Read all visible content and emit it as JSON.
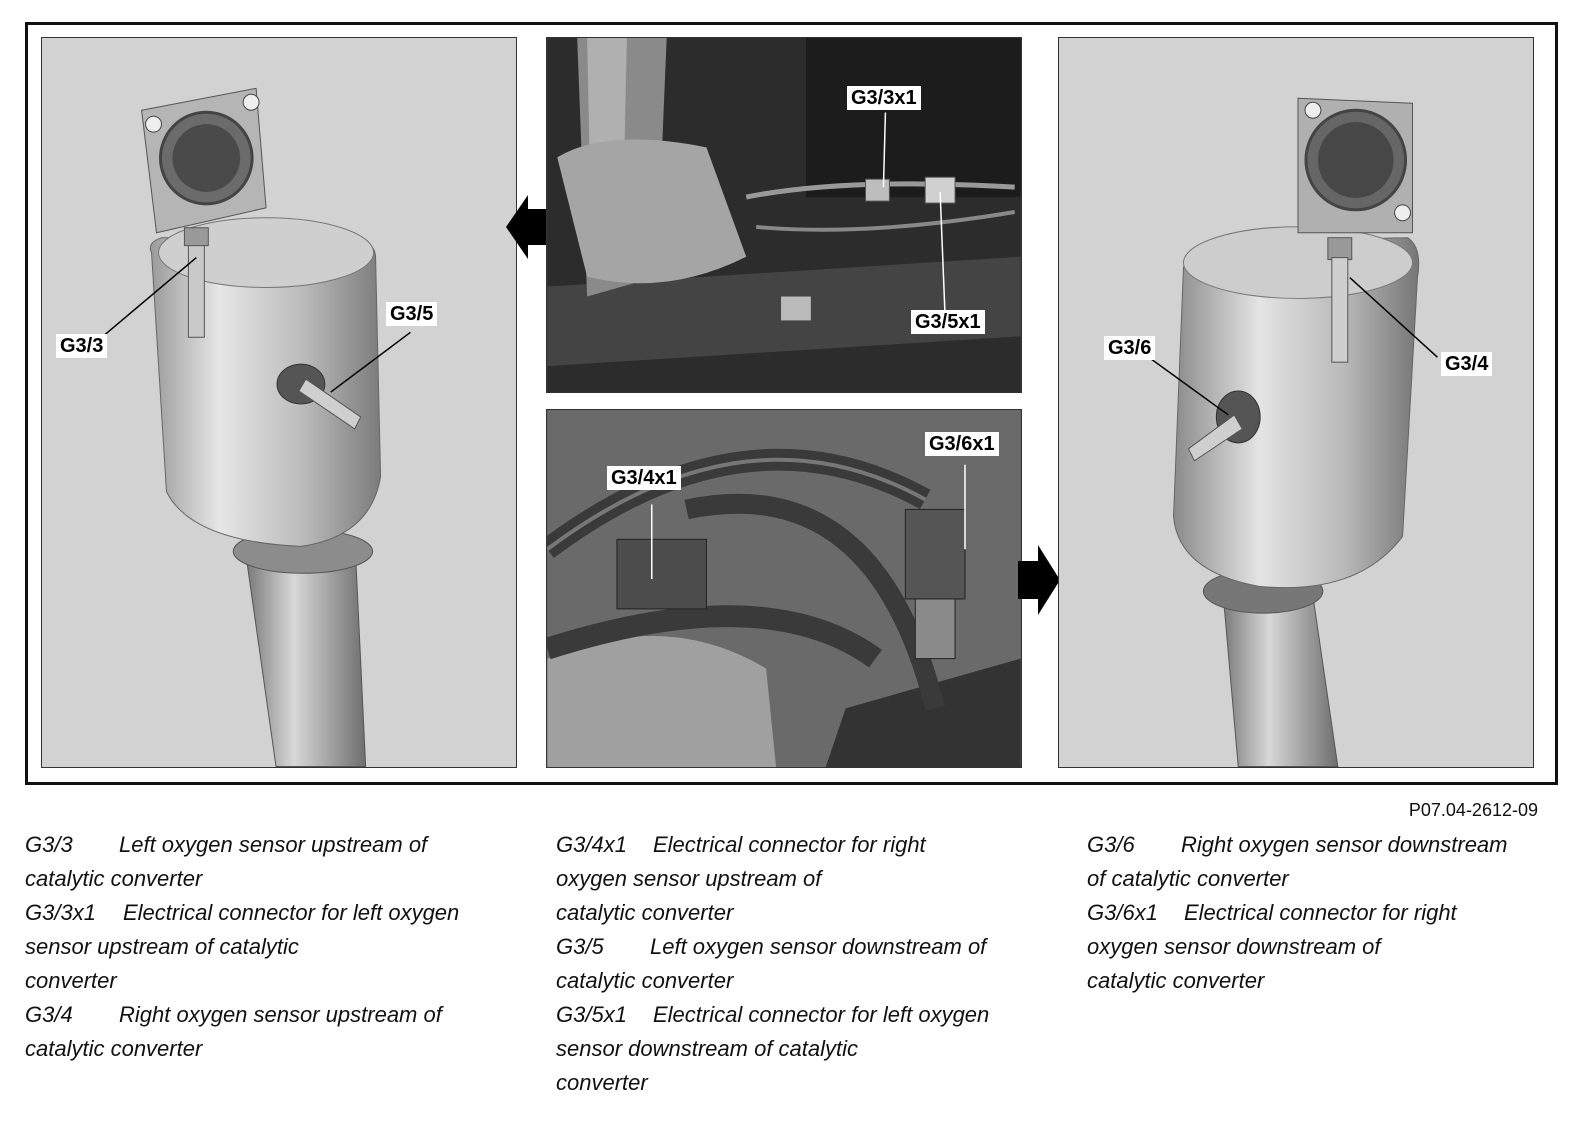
{
  "figure": {
    "callouts": {
      "g3_3": "G3/3",
      "g3_5": "G3/5",
      "g3_3x1": "G3/3x1",
      "g3_5x1": "G3/5x1",
      "g3_4x1": "G3/4x1",
      "g3_6x1": "G3/6x1",
      "g3_6": "G3/6",
      "g3_4": "G3/4"
    },
    "figure_id": "P07.04-2612-09"
  },
  "legend": {
    "col1": [
      {
        "code": "G3/3",
        "text": "Left oxygen sensor upstream of",
        "cont": [
          "catalytic converter"
        ]
      },
      {
        "code": "G3/3x1",
        "text": "Electrical connector for left oxygen",
        "cont": [
          "sensor upstream of catalytic",
          "converter"
        ]
      },
      {
        "code": "G3/4",
        "text": "Right oxygen sensor upstream of",
        "cont": [
          "catalytic converter"
        ]
      }
    ],
    "col2": [
      {
        "code": "G3/4x1",
        "text": "Electrical connector for right",
        "cont": [
          "oxygen sensor upstream of",
          "catalytic converter"
        ]
      },
      {
        "code": "G3/5",
        "text": "Left oxygen sensor downstream of",
        "cont": [
          "catalytic converter"
        ]
      },
      {
        "code": "G3/5x1",
        "text": "Electrical connector for left oxygen",
        "cont": [
          "sensor downstream of catalytic",
          "converter"
        ]
      }
    ],
    "col3": [
      {
        "code": "G3/6",
        "text": "Right oxygen sensor downstream",
        "cont": [
          "of catalytic converter"
        ]
      },
      {
        "code": "G3/6x1",
        "text": "Electrical connector for right",
        "cont": [
          "oxygen sensor downstream of",
          "catalytic converter"
        ]
      }
    ]
  }
}
